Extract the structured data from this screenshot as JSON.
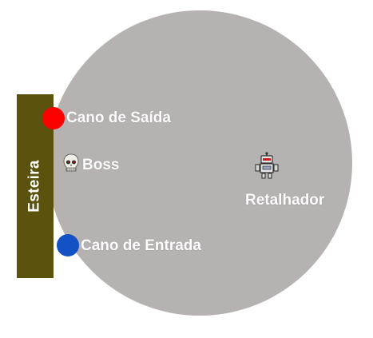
{
  "belt": {
    "label": "Esteira",
    "color": "#5a520d"
  },
  "arena": {
    "color": "#b5b2b1"
  },
  "exit_pipe": {
    "label": "Cano de Saída",
    "color": "#ff0000",
    "icon": "red-dot-icon"
  },
  "entry_pipe": {
    "label": "Cano de Entrada",
    "color": "#1352c4",
    "icon": "blue-dot-icon"
  },
  "boss": {
    "label": "Boss",
    "icon": "skull-icon"
  },
  "shredder": {
    "label": "Retalhador",
    "icon": "robot-icon"
  }
}
